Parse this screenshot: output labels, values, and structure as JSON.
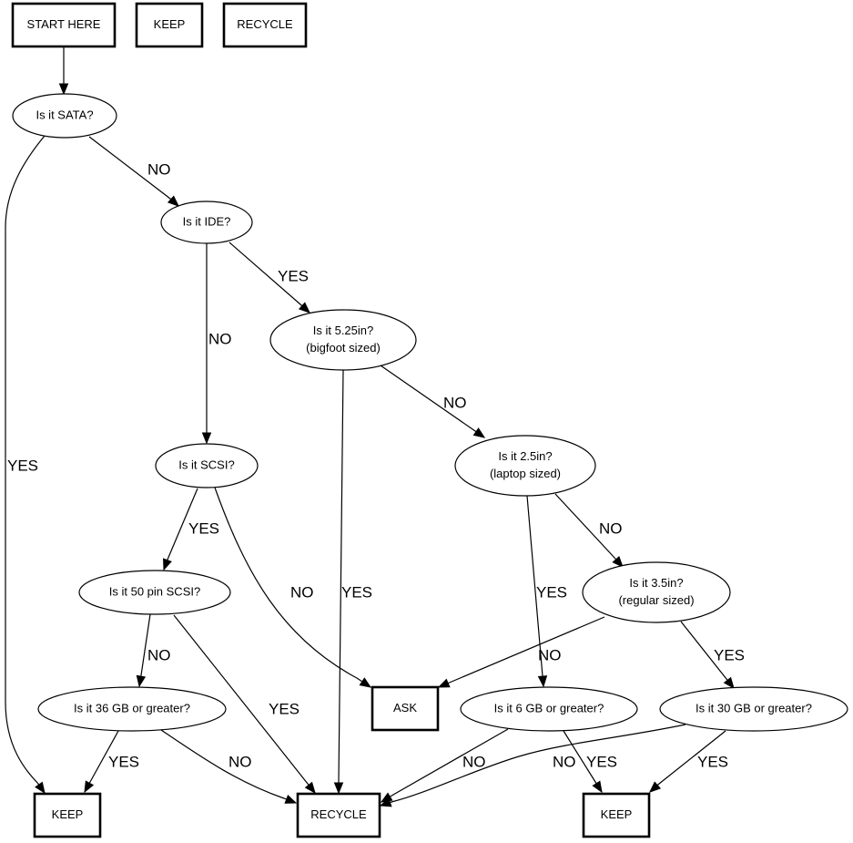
{
  "diagram": {
    "title": "Hard drive keep/recycle decision flowchart",
    "legend": [
      {
        "id": "start",
        "label": "START HERE",
        "shape": "box"
      },
      {
        "id": "legend_keep",
        "label": "KEEP",
        "shape": "box"
      },
      {
        "id": "legend_recycle",
        "label": "RECYCLE",
        "shape": "box"
      }
    ],
    "nodes": [
      {
        "id": "sata",
        "lines": [
          "Is it SATA?"
        ],
        "shape": "ellipse"
      },
      {
        "id": "ide",
        "lines": [
          "Is it IDE?"
        ],
        "shape": "ellipse"
      },
      {
        "id": "in525",
        "lines": [
          "Is it 5.25in?",
          "(bigfoot sized)"
        ],
        "shape": "ellipse"
      },
      {
        "id": "scsi",
        "lines": [
          "Is it SCSI?"
        ],
        "shape": "ellipse"
      },
      {
        "id": "in25",
        "lines": [
          "Is it 2.5in?",
          "(laptop sized)"
        ],
        "shape": "ellipse"
      },
      {
        "id": "scsi50",
        "lines": [
          "Is it 50 pin SCSI?"
        ],
        "shape": "ellipse"
      },
      {
        "id": "in35",
        "lines": [
          "Is it 3.5in?",
          "(regular sized)"
        ],
        "shape": "ellipse"
      },
      {
        "id": "gb36",
        "lines": [
          "Is it 36 GB or greater?"
        ],
        "shape": "ellipse"
      },
      {
        "id": "ask",
        "lines": [
          "ASK"
        ],
        "shape": "box"
      },
      {
        "id": "gb6",
        "lines": [
          "Is it 6 GB or greater?"
        ],
        "shape": "ellipse"
      },
      {
        "id": "gb30",
        "lines": [
          "Is it 30 GB or greater?"
        ],
        "shape": "ellipse"
      },
      {
        "id": "keep1",
        "lines": [
          "KEEP"
        ],
        "shape": "box"
      },
      {
        "id": "recycle",
        "lines": [
          "RECYCLE"
        ],
        "shape": "box"
      },
      {
        "id": "keep2",
        "lines": [
          "KEEP"
        ],
        "shape": "box"
      }
    ],
    "edges": [
      {
        "from": "start",
        "to": "sata",
        "label": ""
      },
      {
        "from": "sata",
        "to": "ide",
        "label": "NO"
      },
      {
        "from": "sata",
        "to": "keep1",
        "label": "YES"
      },
      {
        "from": "ide",
        "to": "in525",
        "label": "YES"
      },
      {
        "from": "ide",
        "to": "scsi",
        "label": "NO"
      },
      {
        "from": "in525",
        "to": "in25",
        "label": "NO"
      },
      {
        "from": "in525",
        "to": "recycle",
        "label": "YES"
      },
      {
        "from": "scsi",
        "to": "scsi50",
        "label": "YES"
      },
      {
        "from": "scsi",
        "to": "ask",
        "label": "NO"
      },
      {
        "from": "in25",
        "to": "in35",
        "label": "NO"
      },
      {
        "from": "in25",
        "to": "gb6",
        "label": "YES"
      },
      {
        "from": "scsi50",
        "to": "gb36",
        "label": "NO"
      },
      {
        "from": "scsi50",
        "to": "recycle",
        "label": "YES"
      },
      {
        "from": "in35",
        "to": "ask",
        "label": "NO"
      },
      {
        "from": "in35",
        "to": "gb30",
        "label": "YES"
      },
      {
        "from": "gb36",
        "to": "keep1",
        "label": "YES"
      },
      {
        "from": "gb36",
        "to": "recycle",
        "label": "NO"
      },
      {
        "from": "gb6",
        "to": "recycle",
        "label": "NO"
      },
      {
        "from": "gb6",
        "to": "keep2",
        "label": "YES"
      },
      {
        "from": "gb30",
        "to": "recycle",
        "label": "NO"
      },
      {
        "from": "gb30",
        "to": "keep2",
        "label": "YES"
      }
    ]
  }
}
